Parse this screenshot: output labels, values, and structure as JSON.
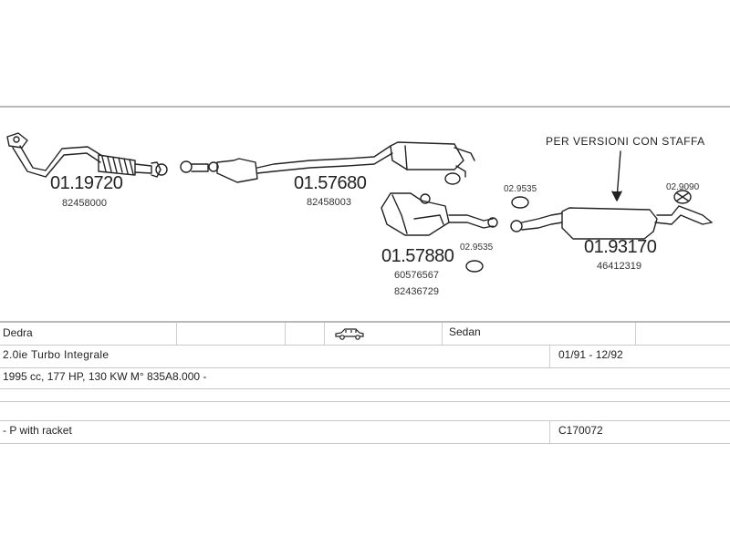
{
  "diagram": {
    "note": "PER VERSIONI CON STAFFA",
    "parts": [
      {
        "code": "01.19720",
        "ref": "82458000"
      },
      {
        "code": "01.57680",
        "ref": "82458003"
      },
      {
        "code": "01.57880",
        "ref_1": "60576567",
        "ref_2": "82436729"
      },
      {
        "code": "01.93170",
        "ref": "46412319"
      }
    ],
    "gaskets": [
      {
        "code": "02.9535"
      },
      {
        "code": "02.9535"
      },
      {
        "code": "02.9090"
      }
    ]
  },
  "table": {
    "model": "Dedra",
    "body_type": "Sedan",
    "body_icon": "car-side-icon",
    "version": "2.0ie Turbo Integrale",
    "years": "01/91 - 12/92",
    "engine": "1995 cc, 177 HP, 130 KW M° 835A8.000 -",
    "option": "- P with racket",
    "catalog_code": "C170072"
  }
}
